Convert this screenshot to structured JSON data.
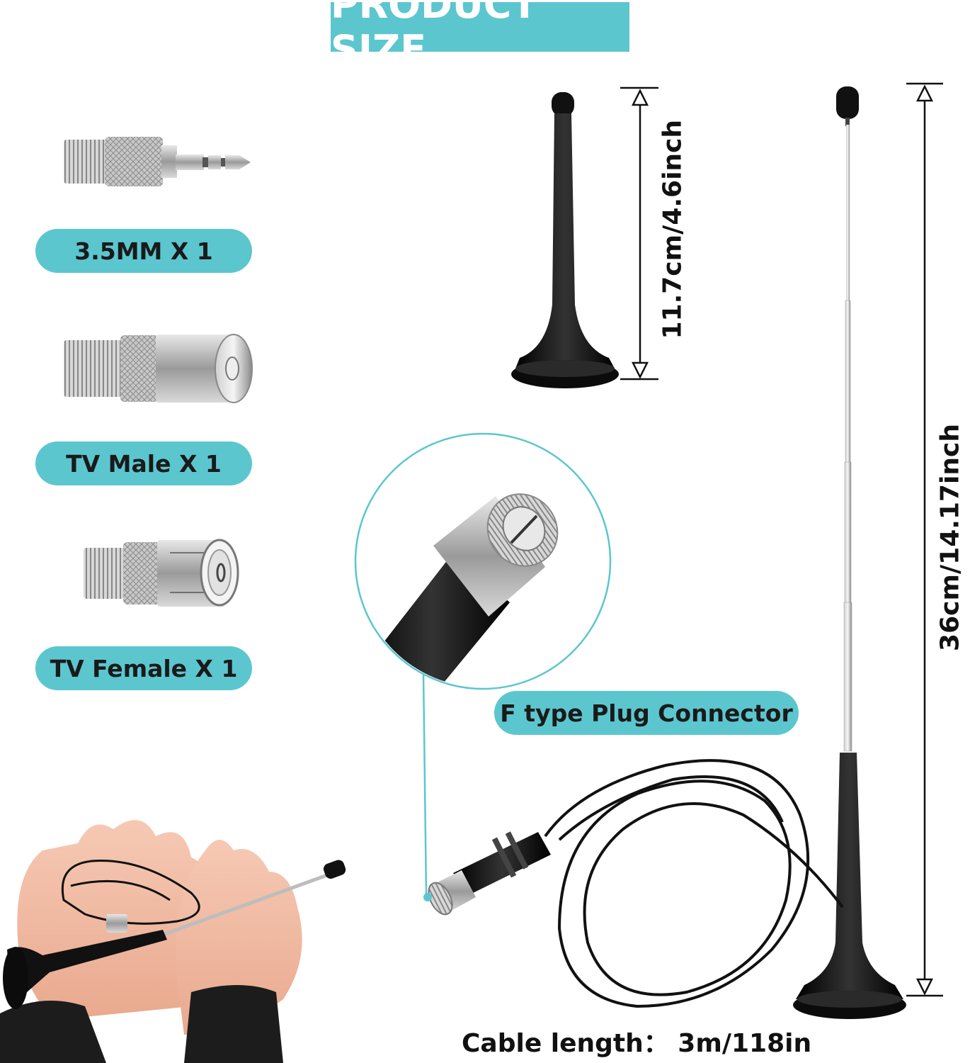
{
  "title": "PRODUCT SIZE",
  "adapters": [
    {
      "label": "3.5MM X 1"
    },
    {
      "label": "TV Male X 1"
    },
    {
      "label": "TV Female X 1"
    }
  ],
  "connector_label": "F type Plug Connector",
  "dimensions": {
    "short_antenna": "11.7cm/4.6inch",
    "long_antenna": "36cm/14.17inch"
  },
  "cable_length": "Cable length：  3m/118in",
  "colors": {
    "accent": "#5cc6cf",
    "text": "#111111",
    "antenna": "#111111",
    "metal": "#bfbfbf"
  }
}
